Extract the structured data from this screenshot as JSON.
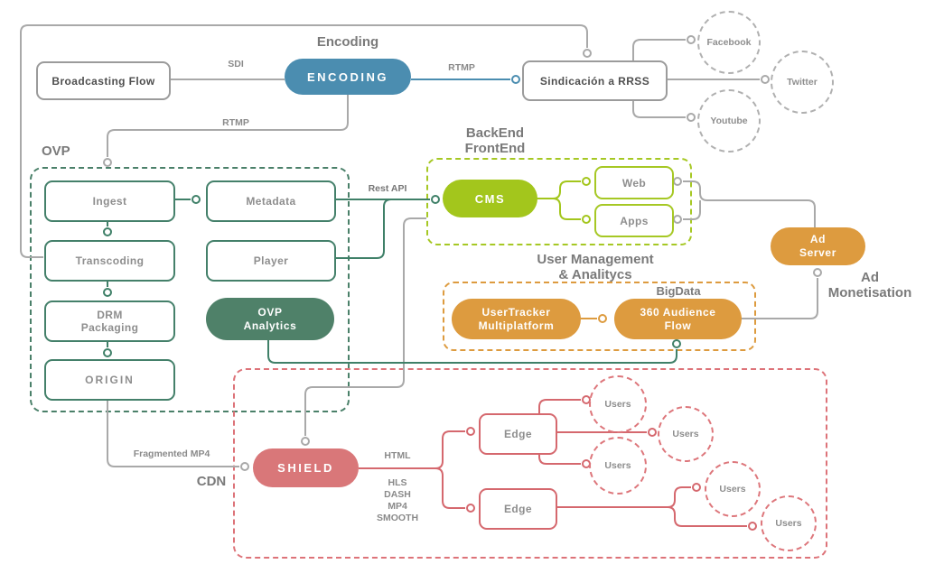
{
  "nodes": {
    "broadcasting_flow": "Broadcasting Flow",
    "encoding": "ENCODING",
    "sindicacion": "Sindicación a RRSS",
    "facebook": "Facebook",
    "twitter": "Twitter",
    "youtube": "Youtube",
    "ingest": "Ingest",
    "metadata": "Metadata",
    "transcoding": "Transcoding",
    "player": "Player",
    "drm_packaging": "DRM\nPackaging",
    "origin": "ORIGIN",
    "ovp_analytics": "OVP\nAnalytics",
    "cms": "CMS",
    "web": "Web",
    "apps": "Apps",
    "usertracker": "UserTracker\nMultiplatform",
    "audience_flow": "360 Audience\nFlow",
    "ad_server": "Ad\nServer",
    "shield": "SHIELD",
    "edge": "Edge",
    "users": "Users"
  },
  "titles": {
    "encoding": "Encoding",
    "ovp": "OVP",
    "backend_frontend": "BackEnd\nFrontEnd",
    "user_management": "User Management\n& Analitycs",
    "bigdata": "BigData",
    "ad_monetisation": "Ad\nMonetisation",
    "cdn": "CDN"
  },
  "labels": {
    "sdi": "SDI",
    "rtmp_to_social": "RTMP",
    "rtmp_to_ovp": "RTMP",
    "rest_api": "Rest API",
    "fragmented_mp4": "Fragmented MP4",
    "html": "HTML",
    "protocols": "HLS\nDASH\nMP4\nSMOOTH"
  },
  "colors": {
    "blue": "#4b8db0",
    "green": "#4f8169",
    "teal_line": "#3f8068",
    "lime": "#a3c61c",
    "orange": "#dd9b3f",
    "salmon": "#d97779",
    "red_line": "#d5686e",
    "gray_line": "#a9a9a9",
    "dark_text": "#4f4f4f",
    "gray_text": "#8e8e8e"
  }
}
